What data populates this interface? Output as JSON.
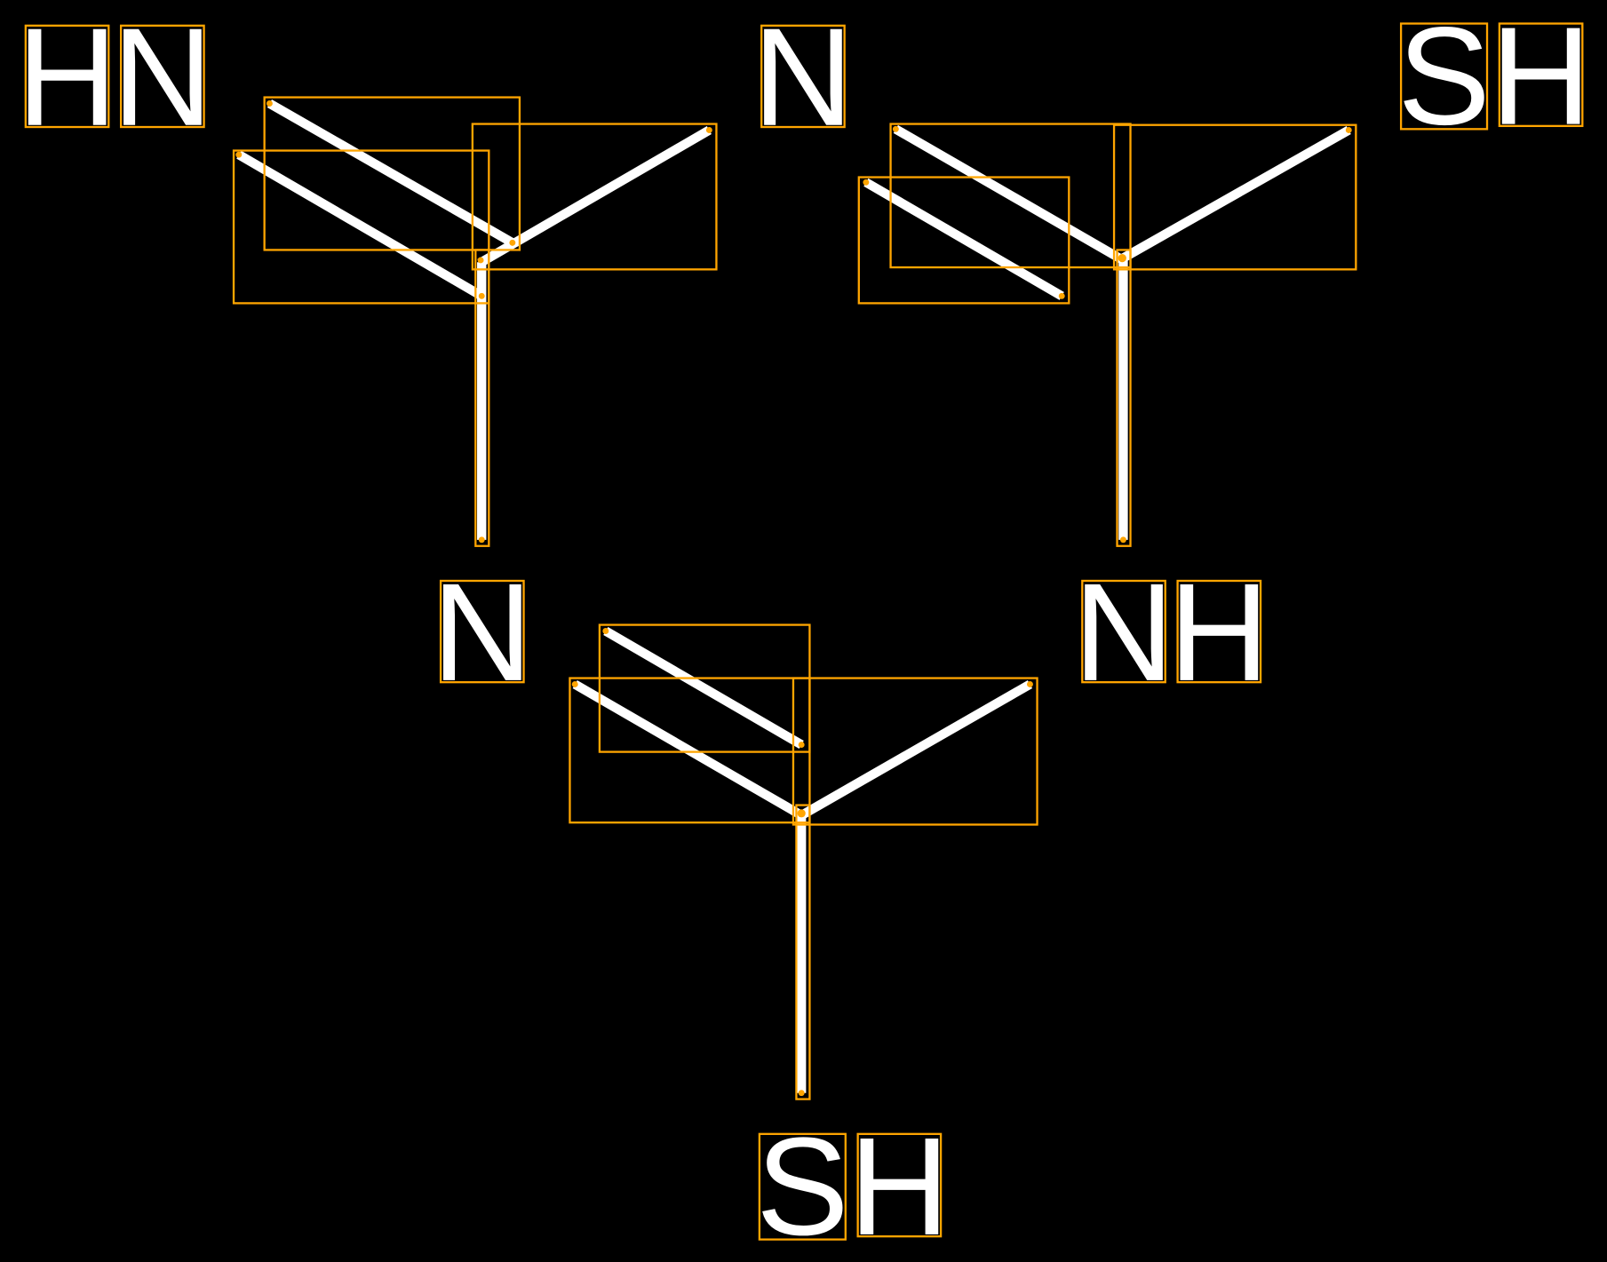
{
  "colors": {
    "background": "#000000",
    "bond": "#ffffff",
    "annotation_box": "#FFA500"
  },
  "labels": {
    "m1_h": "H",
    "m1_n": "N",
    "m2_n": "N",
    "m3_s": "S",
    "m3_h": "H",
    "m4_n": "N",
    "m5_n": "N",
    "m5_h": "H",
    "m6_s": "S",
    "m6_h": "H"
  }
}
